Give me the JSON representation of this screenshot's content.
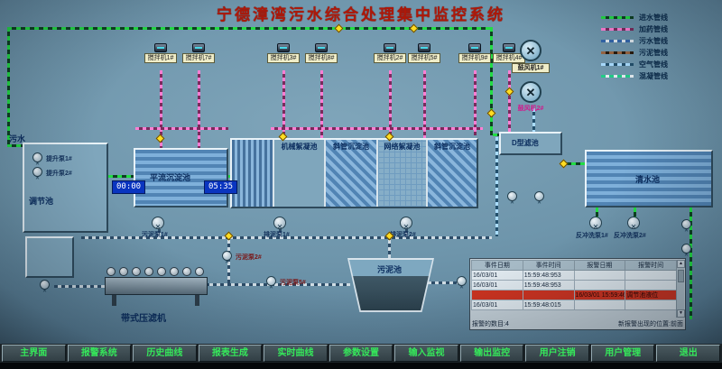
{
  "title": "宁德漳湾污水综合处理集中监控系统",
  "inlet": {
    "label": "污水"
  },
  "legend": {
    "items": [
      {
        "label": "进水管线",
        "color": "#22dd44"
      },
      {
        "label": "加药管线",
        "color": "#ff7fd4"
      },
      {
        "label": "污水管线",
        "color": "#3366aa"
      },
      {
        "label": "污泥管线",
        "color": "#996644"
      },
      {
        "label": "空气管线",
        "color": "#aaddff"
      },
      {
        "label": "混凝管线",
        "color": "#22cc88"
      }
    ]
  },
  "mixers": {
    "labels": [
      "搅拌机1#",
      "搅拌机7#",
      "搅拌机3#",
      "搅拌机8#",
      "搅拌机2#",
      "搅拌机5#",
      "搅拌机9#",
      "搅拌机4#"
    ]
  },
  "blowers": {
    "labels": [
      "鼓风机1#",
      "鼓风机2#"
    ]
  },
  "tanks": {
    "regulation": "调节池",
    "horizontal_sed": "平流沉淀池",
    "mechanical_floc": "机械絮凝池",
    "inclined_sed_1": "斜管沉淀池",
    "grid_floc": "网络絮凝池",
    "inclined_sed_2": "斜管沉淀池",
    "d_filter": "D型滤池",
    "clear_water": "清水池",
    "sludge_pool": "污泥池",
    "belt_press": "带式压滤机"
  },
  "pumps": {
    "lift_1": "提升泵1#",
    "lift_2": "提升泵2#",
    "sludge_1": "污泥泵1#",
    "drain_1": "排泥泵1#",
    "drain_2": "排泥泵2#",
    "sludge_2": "污泥泵2#",
    "sludge_5": "污泥泵5#",
    "backwash_1": "反冲洗泵1#",
    "backwash_2": "反冲洗泵2#"
  },
  "timers": {
    "t1": "00:00",
    "t2": "05:35"
  },
  "alarm_panel": {
    "headers": [
      "事件日期",
      "事件时间",
      "报警日期",
      "报警时间"
    ],
    "rows": [
      [
        "16/03/01",
        "15:59:48:953",
        "",
        ""
      ],
      [
        "16/03/01",
        "15:59:48:953",
        "",
        ""
      ],
      [
        "",
        "",
        "16/03/01 15:59:46:259",
        "调节池液位"
      ],
      [
        "16/03/01",
        "15:59:48:015",
        "",
        ""
      ]
    ],
    "count_text": "报警的数目:4",
    "position_text": "新报警出现的位置:前面"
  },
  "menu": {
    "items": [
      "主界面",
      "报警系统",
      "历史曲线",
      "报表生成",
      "实时曲线",
      "参数设置",
      "输入监视",
      "输出监控",
      "用户注销",
      "用户管理",
      "退出"
    ]
  }
}
